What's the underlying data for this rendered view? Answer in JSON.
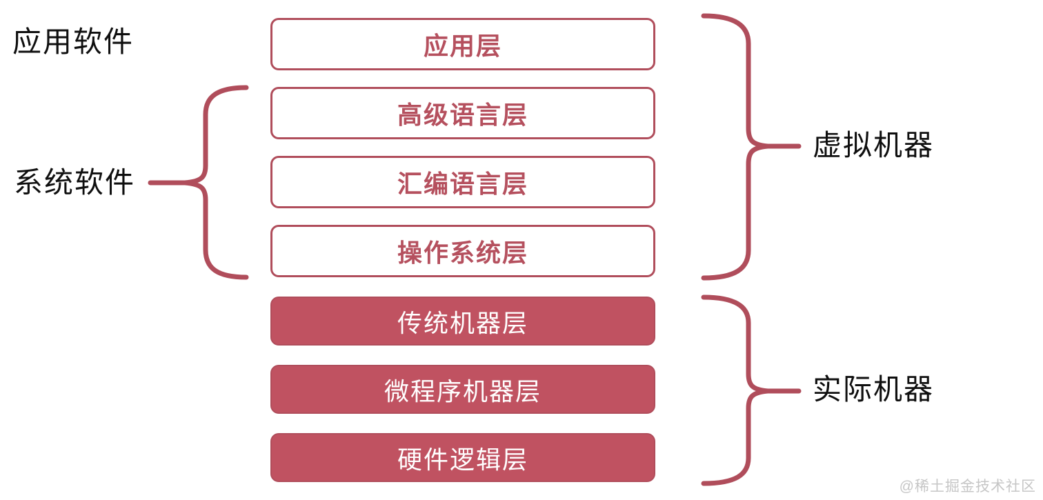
{
  "diagram": {
    "title_note": "computer-architecture-layer-diagram",
    "side_labels": {
      "application_software": "应用软件",
      "system_software": "系统软件",
      "virtual_machine": "虚拟机器",
      "actual_machine": "实际机器"
    },
    "layers": [
      {
        "label": "应用层",
        "style": "outlined"
      },
      {
        "label": "高级语言层",
        "style": "outlined"
      },
      {
        "label": "汇编语言层",
        "style": "outlined"
      },
      {
        "label": "操作系统层",
        "style": "outlined"
      },
      {
        "label": "传统机器层",
        "style": "filled"
      },
      {
        "label": "微程序机器层",
        "style": "filled"
      },
      {
        "label": "硬件逻辑层",
        "style": "filled"
      }
    ],
    "groupings": [
      {
        "brace": "left",
        "label": "系统软件",
        "covers": [
          "高级语言层",
          "汇编语言层",
          "操作系统层"
        ]
      },
      {
        "brace": "right",
        "label": "虚拟机器",
        "covers": [
          "应用层",
          "高级语言层",
          "汇编语言层",
          "操作系统层"
        ]
      },
      {
        "brace": "right",
        "label": "实际机器",
        "covers": [
          "传统机器层",
          "微程序机器层",
          "硬件逻辑层"
        ]
      }
    ],
    "colors": {
      "accent": "#b04d5b",
      "filled_box_bg": "#c05261",
      "outlined_box_text": "#b5505e",
      "filled_box_text": "#ffffff",
      "side_label_text": "#0f0f0f",
      "watermark_text": "#c6c6c6"
    },
    "watermark": "@稀土掘金技术社区"
  }
}
